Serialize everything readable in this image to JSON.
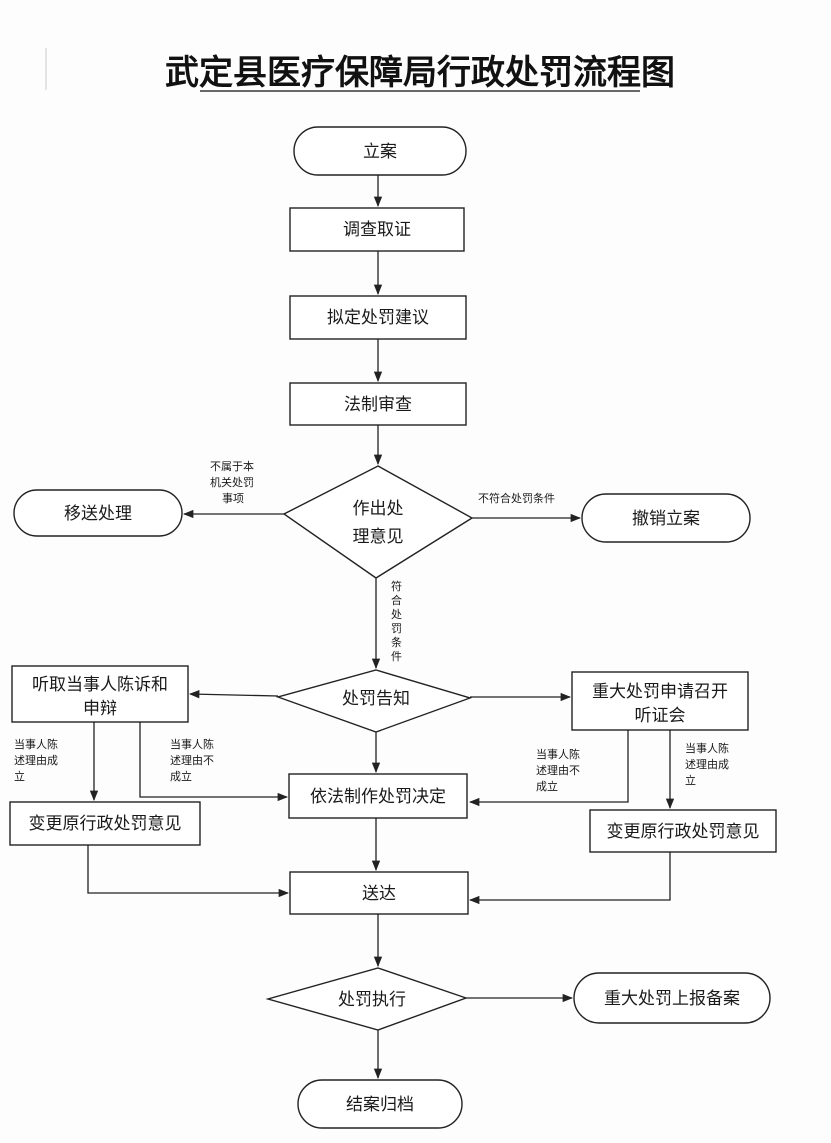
{
  "title": "武定县医疗保障局行政处罚流程图",
  "nodes": {
    "lian": "立案",
    "diaocha": "调查取证",
    "niding": "拟定处罚建议",
    "fazhi": "法制审查",
    "zuochu_l1": "作出处",
    "zuochu_l2": "理意见",
    "yisong": "移送处理",
    "chexiao": "撤销立案",
    "gaozhi": "处罚告知",
    "tingqu_l1": "听取当事人陈诉和",
    "tingqu_l2": "申辩",
    "zhongda_l1": "重大处罚申请召开",
    "zhongda_l2": "听证会",
    "yifa": "依法制作处罚决定",
    "biangeng_left": "变更原行政处罚意见",
    "biangeng_right": "变更原行政处罚意见",
    "songda": "送达",
    "zhixing": "处罚执行",
    "shangbao": "重大处罚上报备案",
    "jiean": "结案归档"
  },
  "edges": {
    "bushu_l1": "不属于本",
    "bushu_l2": "机关处罚",
    "bushu_l3": "事项",
    "bufuhe": "不符合处罚条件",
    "fuhe": [
      "符",
      "合",
      "处",
      "罚",
      "条",
      "件"
    ],
    "left_cheng_l1": "当事人陈",
    "left_cheng_l2": "述理由成",
    "left_cheng_l3": "立",
    "left_bu_l1": "当事人陈",
    "left_bu_l2": "述理由不",
    "left_bu_l3": "成立",
    "right_bu_l1": "当事人陈",
    "right_bu_l2": "述理由不",
    "right_bu_l3": "成立",
    "right_cheng_l1": "当事人陈",
    "right_cheng_l2": "述理由成",
    "right_cheng_l3": "立"
  }
}
